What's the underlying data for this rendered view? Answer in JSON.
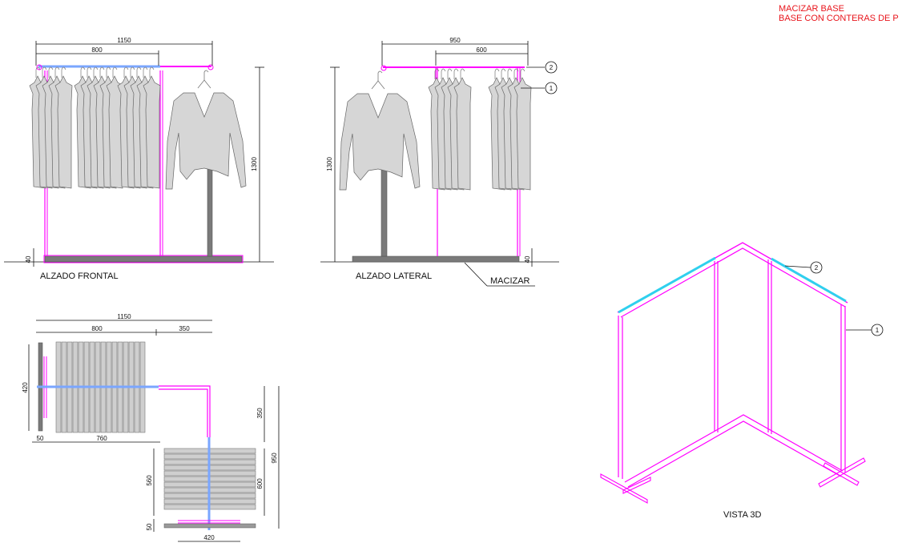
{
  "notes": {
    "line1": "MACIZAR BASE",
    "line2": "BASE CON CONTERAS DE P"
  },
  "views": {
    "front": "ALZADO FRONTAL",
    "side": "ALZADO LATERAL",
    "iso": "VISTA 3D"
  },
  "annotations": {
    "macizar": "MACIZAR",
    "callout_1": "1",
    "callout_2": "2"
  },
  "dims": {
    "front_total": "1150",
    "front_rail": "800",
    "front_height": "1300",
    "front_base": "40",
    "side_total": "950",
    "side_rail": "600",
    "side_height": "1300",
    "side_base": "40",
    "plan_total": "1150",
    "plan_rail": "800",
    "plan_offset": "350",
    "plan_depth": "420",
    "plan_post": "50",
    "plan_width": "760",
    "plan_v350": "350",
    "plan_v950": "950",
    "plan_v560": "560",
    "plan_v600": "600",
    "plan_v50": "50",
    "plan_bottom": "420"
  },
  "colors": {
    "structure": "#ff00ff",
    "rail": "#2fd0ee",
    "rail_plan": "#7aa6ff",
    "note": "#e8141b"
  }
}
